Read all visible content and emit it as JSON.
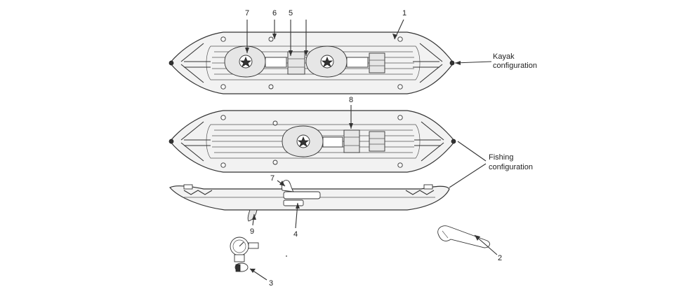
{
  "callouts": {
    "n1": "1",
    "n2": "2",
    "n3": "3",
    "n4": "4",
    "n5": "5",
    "n6": "6",
    "n7a": "7",
    "n7b": "7",
    "n8": "8",
    "n9": "9"
  },
  "labels": {
    "kayak_line1": "Kayak",
    "kayak_line2": "configuration",
    "fishing_line1": "Fishing",
    "fishing_line2": "configuration"
  },
  "colors": {
    "line": "#333333",
    "hull_fill": "#f2f2f2",
    "background": "#ffffff"
  }
}
